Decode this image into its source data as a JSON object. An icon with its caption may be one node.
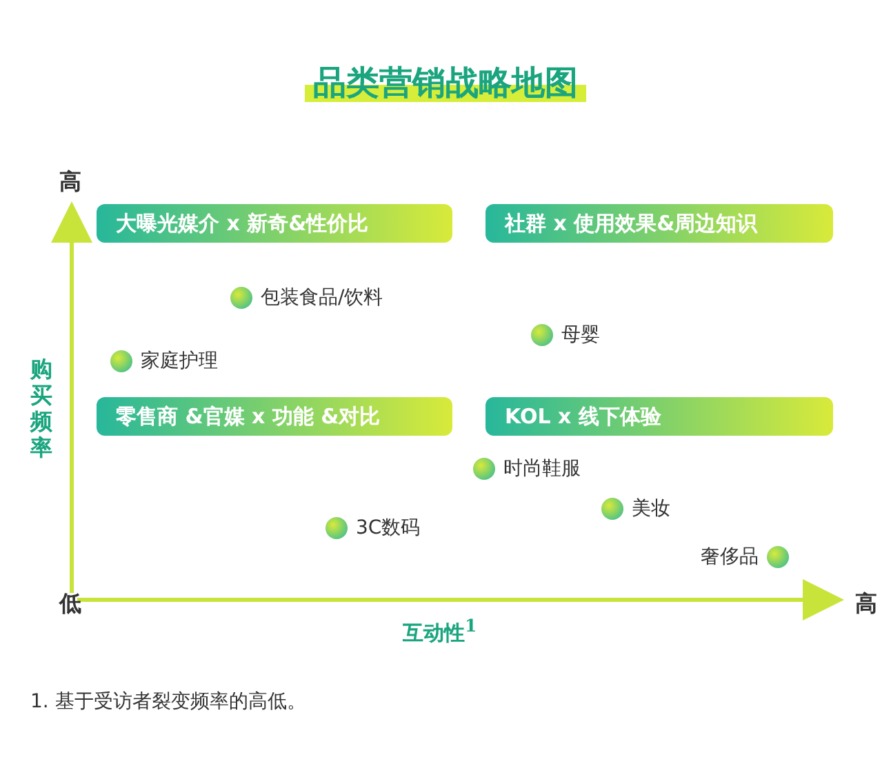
{
  "diagram": {
    "title": "品类营销战略地图",
    "nodes": [
      {
        "text": [
          "大曝光媒介 x 新奇&性价比"
        ]
      },
      {
        "text": [
          "社群 x 使用效果&周边知识"
        ]
      },
      {
        "text": [],
        "shape": "circle",
        "beside": [
          "包装食品/饮料"
        ]
      },
      {
        "text": [],
        "shape": "circle",
        "beside": [
          "母婴"
        ]
      },
      {
        "text": [],
        "shape": "circle",
        "beside": [
          "家庭护理"
        ]
      },
      {
        "text": [
          "零售商 &官媒 x 功能 &对比"
        ]
      },
      {
        "text": [
          "KOL x  线下体验"
        ]
      },
      {
        "text": [],
        "shape": "circle",
        "beside": [
          "时尚鞋服"
        ]
      },
      {
        "text": [],
        "shape": "circle",
        "beside": [
          "美妆"
        ]
      },
      {
        "text": [],
        "shape": "circle",
        "beside": [
          "3C数码"
        ]
      },
      {
        "text": [],
        "shape": "circle",
        "beside": [
          "奢侈品"
        ]
      }
    ],
    "labels": [
      "高",
      "购买频率",
      "低",
      "高",
      "互动性$^{1}$",
      "1. 基于受访者裂变频率的高低。"
    ]
  }
}
